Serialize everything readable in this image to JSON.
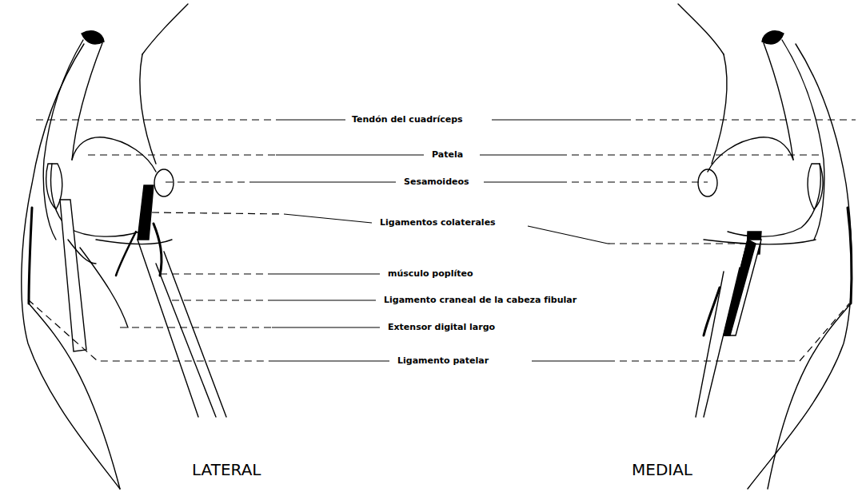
{
  "diagram": {
    "labels": [
      "Tendón del cuadríceps",
      "Patela",
      "Sesamoideos",
      "Ligamentos colaterales",
      "músculo poplíteo",
      "Ligamento craneal de la cabeza fibular",
      "Extensor digital largo",
      "Ligamento patelar",
      "LATERAL",
      "MEDIAL"
    ]
  }
}
